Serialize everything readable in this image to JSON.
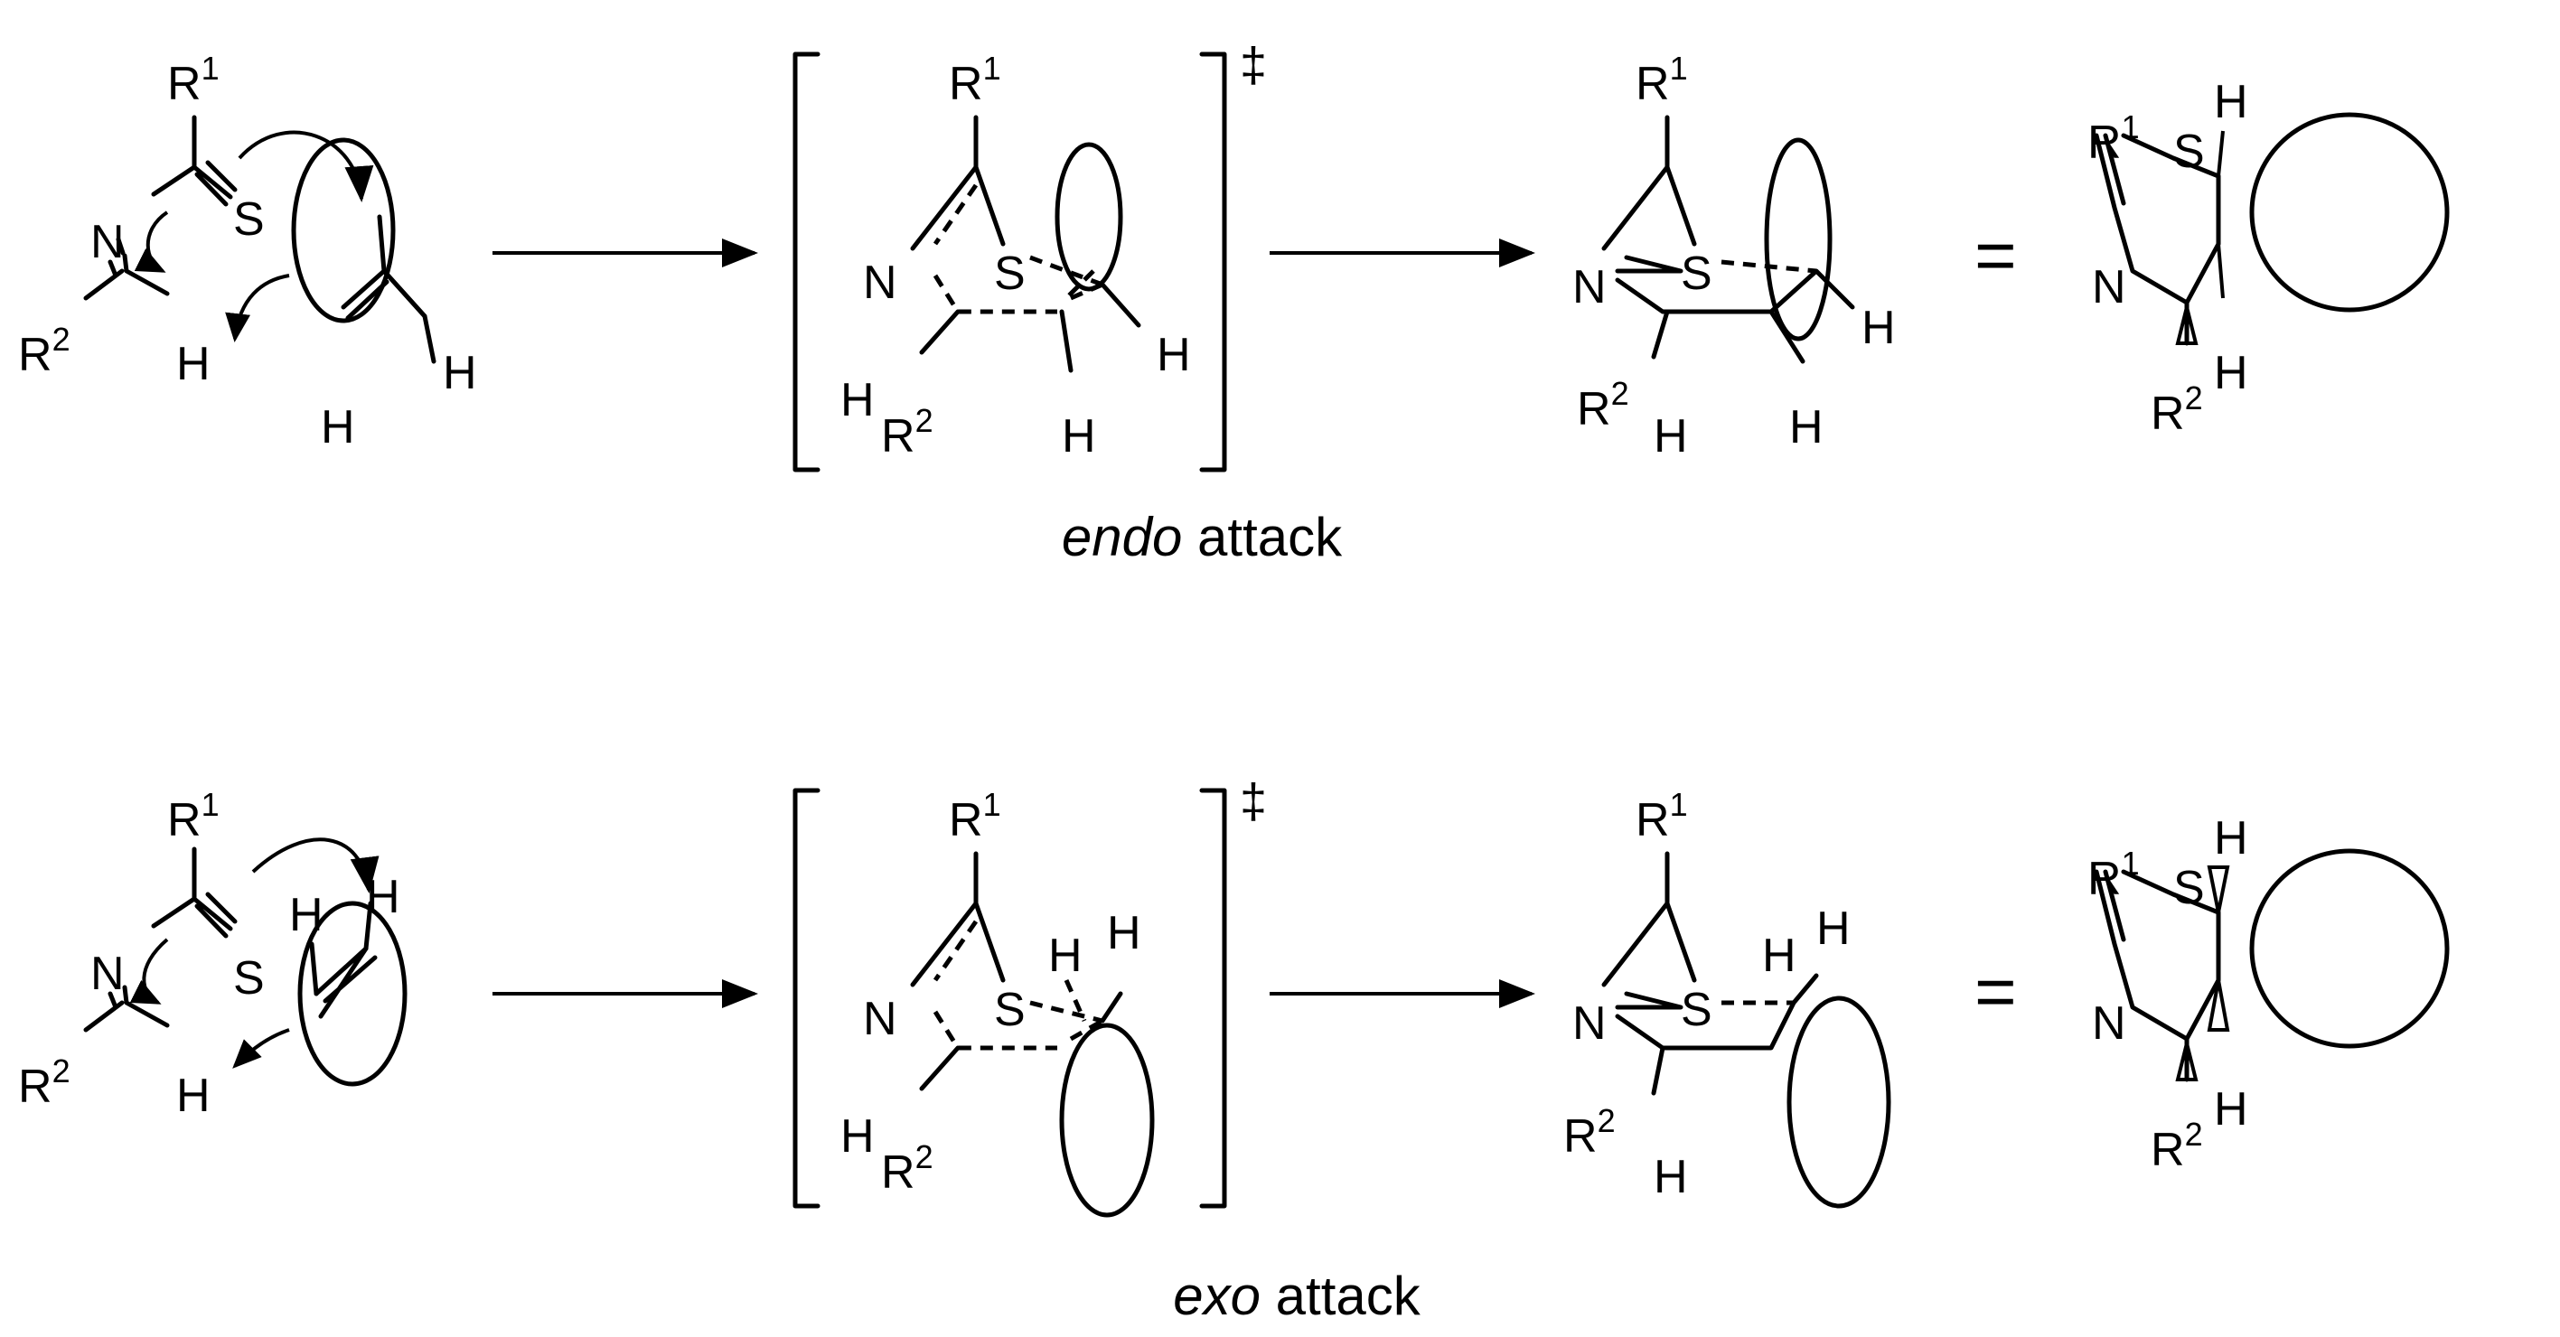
{
  "atoms": {
    "r1": "R",
    "r2": "R",
    "sup1": "1",
    "sup2": "2",
    "n": "N",
    "s": "S",
    "h": "H"
  },
  "dagger": "‡",
  "equals": "=",
  "endo_caption": {
    "word": "endo",
    "rest": " attack"
  },
  "exo_caption": {
    "word": "exo",
    "rest": " attack"
  },
  "colors": {
    "ink": "#000000",
    "background": "#ffffff"
  }
}
